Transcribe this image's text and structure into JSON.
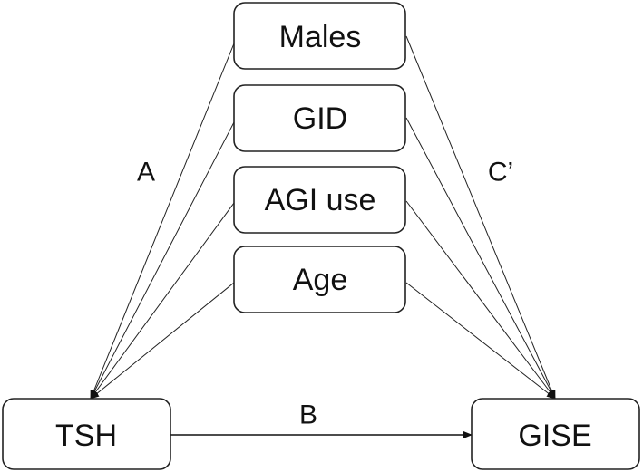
{
  "diagram": {
    "nodes": {
      "males": "Males",
      "gid": "GID",
      "agi": "AGI use",
      "age": "Age",
      "tsh": "TSH",
      "gise": "GISE"
    },
    "labels": {
      "a": "A",
      "b": "B",
      "c": "C’"
    }
  },
  "colors": {
    "stroke": "#222222",
    "text": "#111111",
    "background": "#ffffff"
  }
}
